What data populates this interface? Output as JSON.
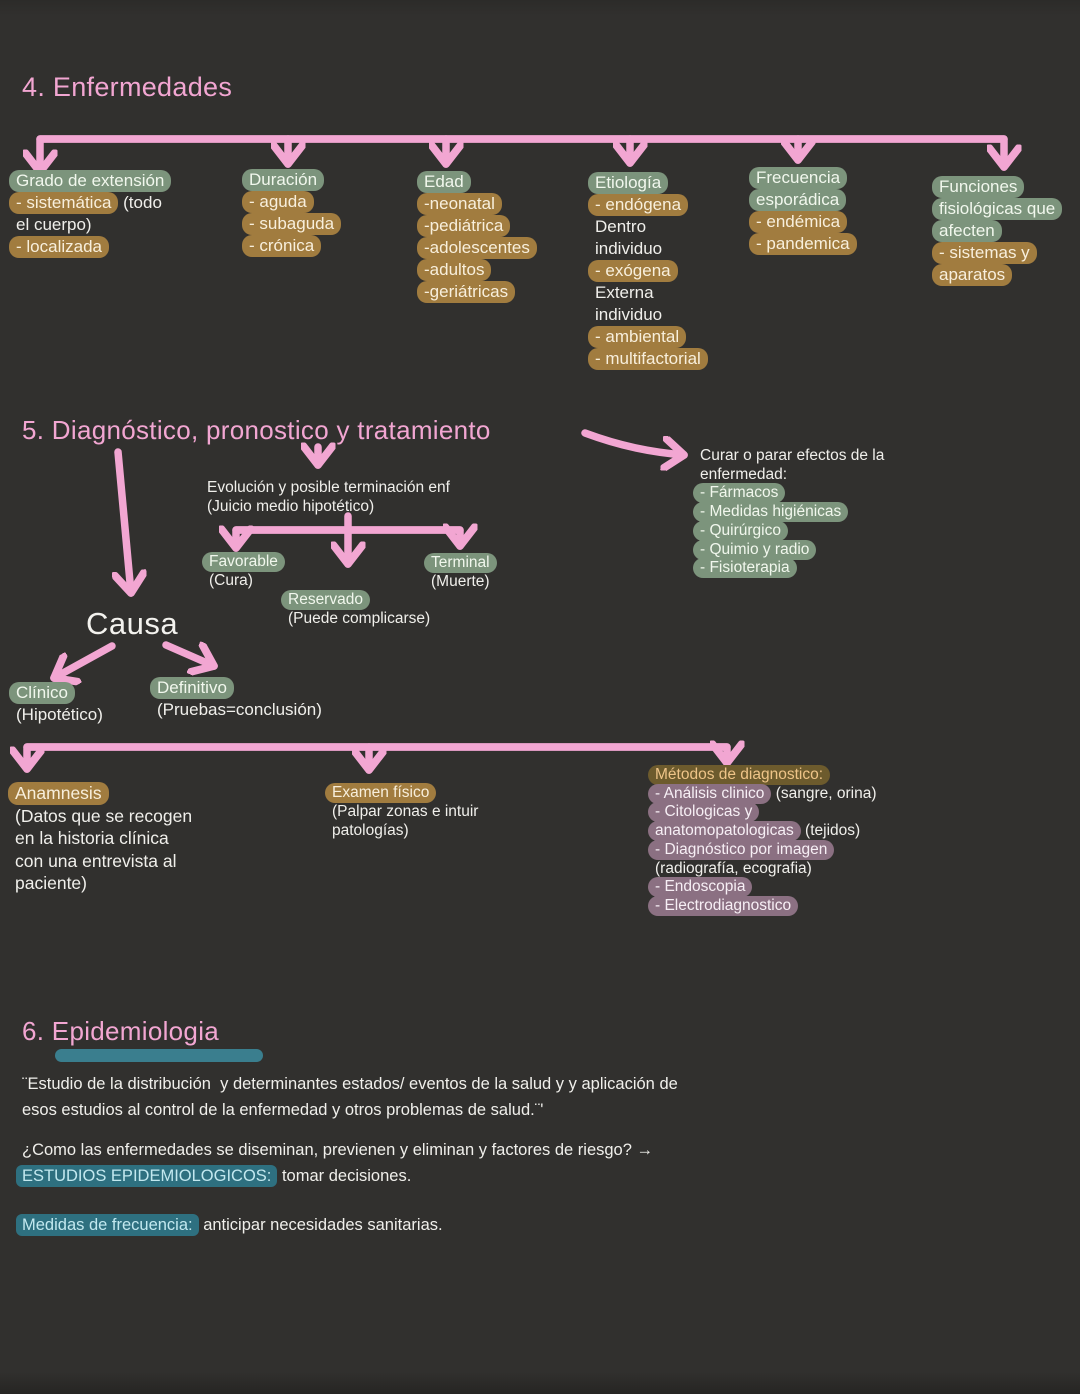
{
  "palette": {
    "background": "#31302e",
    "arrow_pink": "#f2a6d2",
    "highlight_green": "#7c947c",
    "highlight_tan": "#a17c3f",
    "highlight_brown": "#6d5b2d",
    "highlight_mauve": "#8b7082",
    "highlight_teal": "#2e7080",
    "teal_underline_bar": "#3a7e8e",
    "text_white": "#f0efeb"
  },
  "section4": {
    "title": "4. Enfermedades",
    "columns": [
      {
        "lines": [
          [
            {
              "t": "Grado de extensión",
              "hl": "green"
            }
          ],
          [
            {
              "t": "- sistemática",
              "hl": "tan"
            },
            {
              "t": " (todo"
            }
          ],
          [
            {
              "t": "el cuerpo)"
            }
          ],
          [
            {
              "t": "- localizada",
              "hl": "tan"
            }
          ]
        ]
      },
      {
        "lines": [
          [
            {
              "t": "Duración",
              "hl": "green"
            }
          ],
          [
            {
              "t": "- aguda",
              "hl": "tan"
            }
          ],
          [
            {
              "t": "- subaguda",
              "hl": "tan"
            }
          ],
          [
            {
              "t": "- crónica",
              "hl": "tan"
            }
          ]
        ]
      },
      {
        "lines": [
          [
            {
              "t": "Edad",
              "hl": "green"
            }
          ],
          [
            {
              "t": "-neonatal",
              "hl": "tan"
            }
          ],
          [
            {
              "t": "-pediátrica",
              "hl": "tan"
            }
          ],
          [
            {
              "t": "-adolescentes",
              "hl": "tan"
            }
          ],
          [
            {
              "t": "-adultos",
              "hl": "tan"
            }
          ],
          [
            {
              "t": "-geriátricas",
              "hl": "tan"
            }
          ]
        ]
      },
      {
        "lines": [
          [
            {
              "t": "Etiología",
              "hl": "green"
            }
          ],
          [
            {
              "t": "- endógena",
              "hl": "tan"
            }
          ],
          [
            {
              "t": "Dentro"
            }
          ],
          [
            {
              "t": "individuo"
            }
          ],
          [
            {
              "t": "- exógena",
              "hl": "tan"
            }
          ],
          [
            {
              "t": "Externa"
            }
          ],
          [
            {
              "t": "individuo"
            }
          ],
          [
            {
              "t": "- ambiental",
              "hl": "tan"
            }
          ],
          [
            {
              "t": "- multifactorial",
              "hl": "tan"
            }
          ]
        ]
      },
      {
        "lines": [
          [
            {
              "t": "Frecuencia",
              "hl": "green"
            }
          ],
          [
            {
              "t": "esporádica",
              "hl": "green"
            }
          ],
          [
            {
              "t": "- endémica",
              "hl": "tan"
            }
          ],
          [
            {
              "t": "- pandemica",
              "hl": "tan"
            }
          ]
        ]
      },
      {
        "lines": [
          [
            {
              "t": "Funciones",
              "hl": "green"
            }
          ],
          [
            {
              "t": "fisiológicas que",
              "hl": "green"
            }
          ],
          [
            {
              "t": "afecten",
              "hl": "green"
            }
          ],
          [
            {
              "t": "- sistemas y",
              "hl": "tan"
            }
          ],
          [
            {
              "t": "aparatos",
              "hl": "tan"
            }
          ]
        ]
      }
    ]
  },
  "section5": {
    "title": "5. Diagnóstico, pronostico y tratamiento",
    "causa": "Causa",
    "evolucion": [
      [
        {
          "t": "Evolución y posible terminación enf"
        }
      ],
      [
        {
          "t": "(Juicio medio hipotético)"
        }
      ]
    ],
    "favorable": [
      [
        {
          "t": "Favorable",
          "hl": "green"
        }
      ],
      [
        {
          "t": "(Cura)"
        }
      ]
    ],
    "reservado": [
      [
        {
          "t": "Reservado",
          "hl": "green"
        }
      ],
      [
        {
          "t": "(Puede complicarse)"
        }
      ]
    ],
    "terminal": [
      [
        {
          "t": "Terminal",
          "hl": "green"
        }
      ],
      [
        {
          "t": "(Muerte)"
        }
      ]
    ],
    "tratamiento": [
      [
        {
          "t": "Curar o parar efectos de la"
        }
      ],
      [
        {
          "t": "enfermedad:"
        }
      ],
      [
        {
          "t": "- Fármacos",
          "hl": "green"
        }
      ],
      [
        {
          "t": "- Medidas higiénicas",
          "hl": "green"
        }
      ],
      [
        {
          "t": "- Quirúrgico",
          "hl": "green"
        }
      ],
      [
        {
          "t": "- Quimio y radio",
          "hl": "green"
        }
      ],
      [
        {
          "t": "- Fisioterapia",
          "hl": "green"
        }
      ]
    ],
    "clinico": [
      [
        {
          "t": "Clínico",
          "hl": "green"
        }
      ],
      [
        {
          "t": "(Hipotético)"
        }
      ]
    ],
    "definitivo": [
      [
        {
          "t": "Definitivo",
          "hl": "green"
        }
      ],
      [
        {
          "t": "(Pruebas=conclusión)"
        }
      ]
    ],
    "anamnesis": [
      [
        {
          "t": "Anamnesis",
          "hl": "tan"
        }
      ],
      [
        {
          "t": "(Datos que se recogen"
        }
      ],
      [
        {
          "t": "en la historia clínica"
        }
      ],
      [
        {
          "t": "con una entrevista al"
        }
      ],
      [
        {
          "t": "paciente)"
        }
      ]
    ],
    "examen": [
      [
        {
          "t": "Examen físico",
          "hl": "tan"
        }
      ],
      [
        {
          "t": "(Palpar zonas e intuir"
        }
      ],
      [
        {
          "t": "patologías)"
        }
      ]
    ],
    "metodos": [
      [
        {
          "t": "Métodos de diagnostico:",
          "hl": "brown"
        }
      ],
      [
        {
          "t": "- Análisis clinico",
          "hl": "mauve"
        },
        {
          "t": " (sangre, orina)"
        }
      ],
      [
        {
          "t": "- Citologicas y",
          "hl": "mauve"
        }
      ],
      [
        {
          "t": "anatomopatologicas",
          "hl": "mauve"
        },
        {
          "t": " (tejidos)"
        }
      ],
      [
        {
          "t": "- Diagnóstico por imagen",
          "hl": "mauve"
        }
      ],
      [
        {
          "t": "(radiografía, ecografia)"
        }
      ],
      [
        {
          "t": "- Endoscopia",
          "hl": "mauve"
        }
      ],
      [
        {
          "t": "- Electrodiagnostico",
          "hl": "mauve"
        }
      ]
    ]
  },
  "section6": {
    "title": "6. Epidemiologia",
    "definition": [
      [
        {
          "t": "¨Estudio de la distribución  y determinantes estados/ eventos de la salud y y aplicación de"
        }
      ],
      [
        {
          "t": "esos estudios al control de la enfermedad y otros problemas de salud.¨'"
        }
      ]
    ],
    "question": [
      [
        {
          "t": "¿Como las enfermedades se diseminan, previenen y eliminan y factores de riesgo? →"
        }
      ],
      [
        {
          "t": "ESTUDIOS EPIDEMIOLOGICOS:",
          "hl": "teal"
        },
        {
          "t": " tomar decisiones."
        }
      ]
    ],
    "medidas": [
      [
        {
          "t": "Medidas de frecuencia:",
          "hl": "teal"
        },
        {
          "t": " anticipar necesidades sanitarias."
        }
      ]
    ]
  }
}
